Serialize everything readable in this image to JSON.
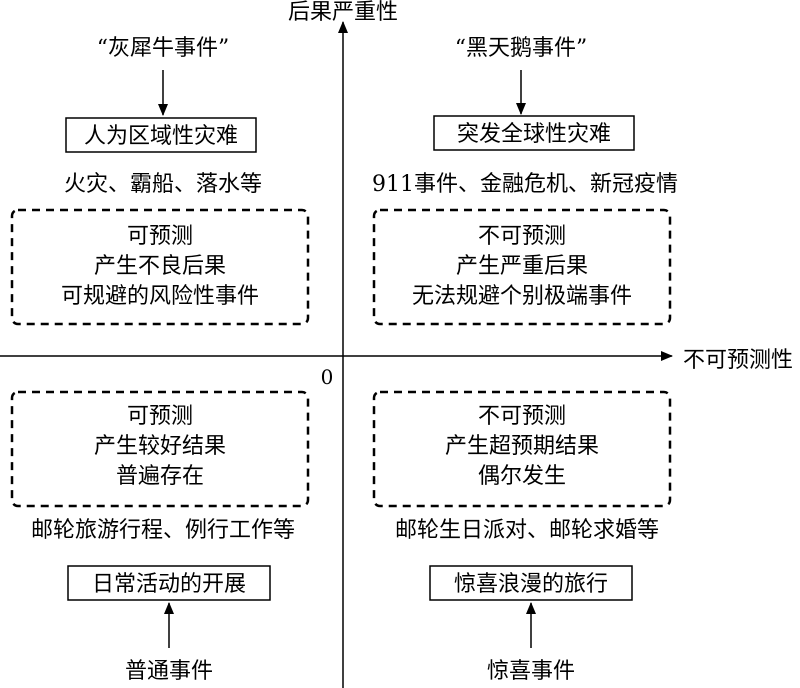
{
  "axes": {
    "y_label": "后果严重性",
    "x_label": "不可预测性",
    "origin_label": "0"
  },
  "quadrants": {
    "top_left": {
      "event_name": "“灰犀牛事件”",
      "category": "人为区域性灾难",
      "examples": "火灾、霸船、落水等",
      "traits": [
        "可预测",
        "产生不良后果",
        "可规避的风险性事件"
      ]
    },
    "top_right": {
      "event_name": "“黑天鹅事件”",
      "category": "突发全球性灾难",
      "examples": "911事件、金融危机、新冠疫情",
      "traits": [
        "不可预测",
        "产生严重后果",
        "无法规避个别极端事件"
      ]
    },
    "bottom_left": {
      "traits": [
        "可预测",
        "产生较好结果",
        "普遍存在"
      ],
      "examples": "邮轮旅游行程、例行工作等",
      "category": "日常活动的开展",
      "event_name": "普通事件"
    },
    "bottom_right": {
      "traits": [
        "不可预测",
        "产生超预期结果",
        "偶尔发生"
      ],
      "examples": "邮轮生日派对、邮轮求婚等",
      "category": "惊喜浪漫的旅行",
      "event_name": "惊喜事件"
    }
  }
}
